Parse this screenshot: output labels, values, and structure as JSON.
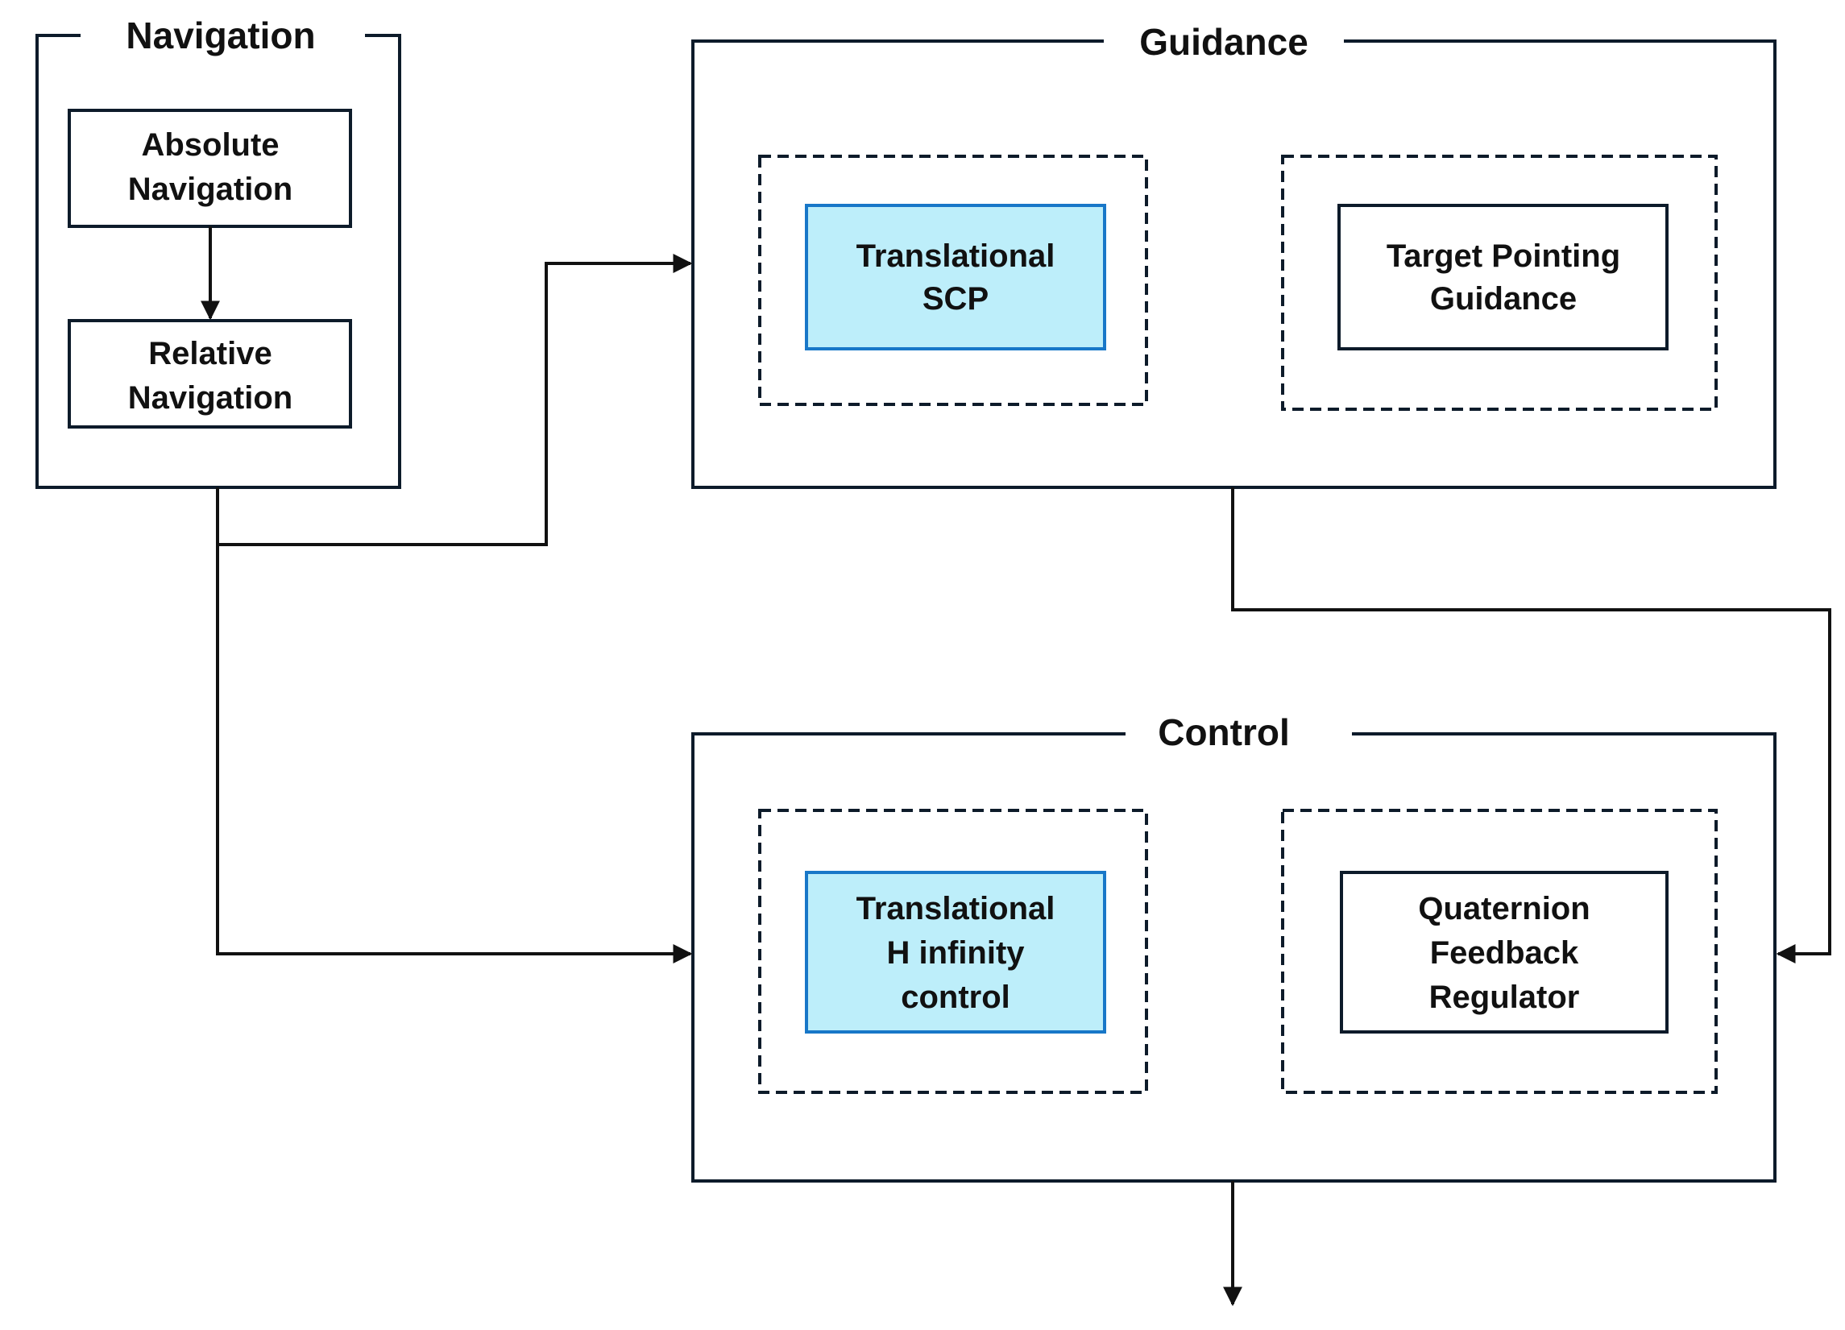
{
  "colors": {
    "stroke": "#0d1b2a",
    "line": "#111111",
    "highlight_fill": "#bdeefa",
    "highlight_stroke": "#1877c8",
    "background": "#ffffff"
  },
  "navigation": {
    "title": "Navigation",
    "absolute": [
      "Absolute",
      "Navigation"
    ],
    "relative": [
      "Relative",
      "Navigation"
    ]
  },
  "guidance": {
    "title": "Guidance",
    "translational_scp": [
      "Translational",
      "SCP"
    ],
    "target_pointing": [
      "Target Pointing",
      "Guidance"
    ]
  },
  "control": {
    "title": "Control",
    "h_infinity": [
      "Translational",
      "H infinity",
      "control"
    ],
    "quaternion": [
      "Quaternion",
      "Feedback",
      "Regulator"
    ]
  }
}
